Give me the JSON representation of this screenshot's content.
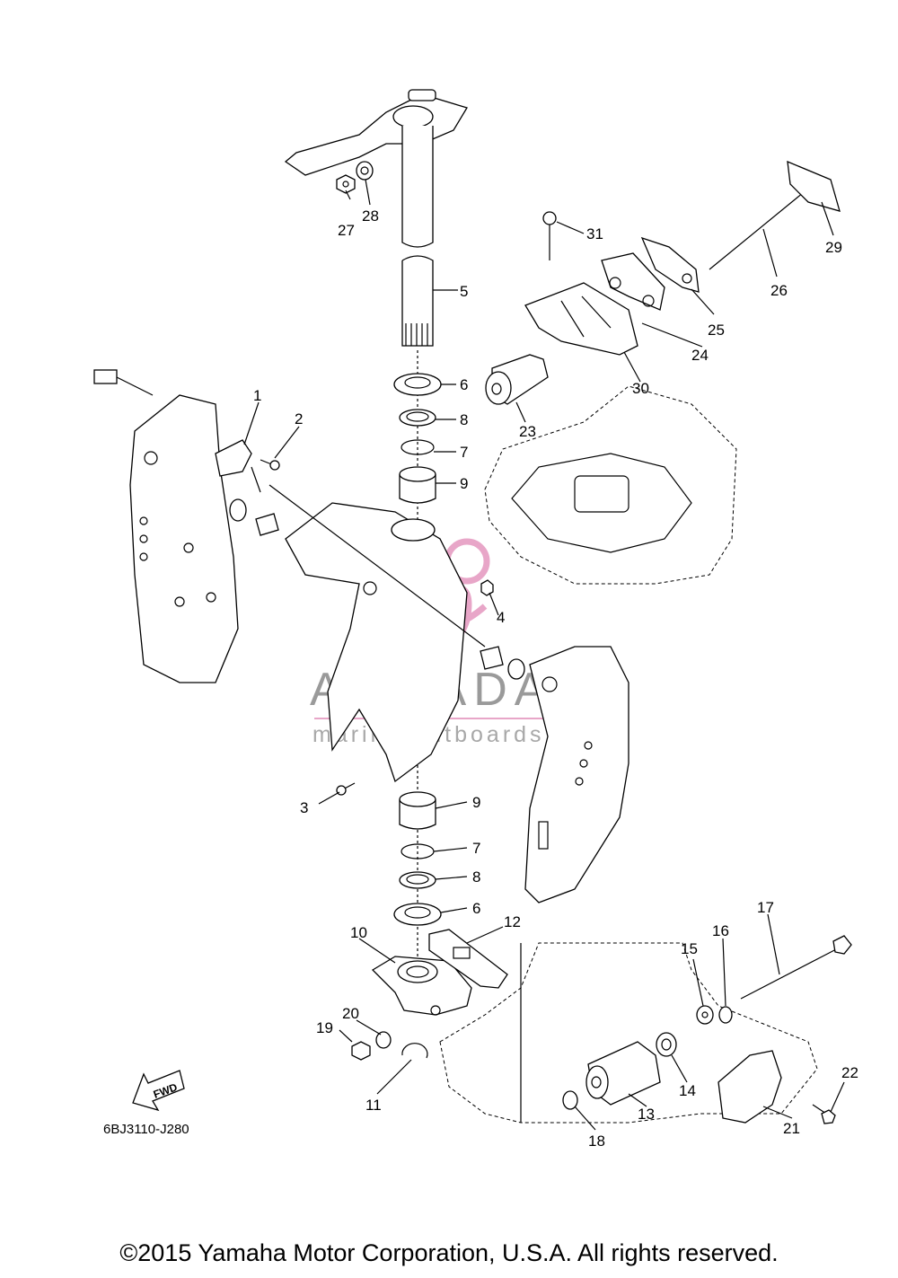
{
  "diagram_code": "6BJ3110-J280",
  "fwd_label": "FWD",
  "watermark": {
    "title": "ARMADA",
    "subtitle": "marine outboards",
    "accent_color": "#e8a6c8"
  },
  "copyright": "©2015 Yamaha Motor Corporation, U.S.A. All rights reserved.",
  "callouts": {
    "c1": "1",
    "c2": "2",
    "c3": "3",
    "c4": "4",
    "c5": "5",
    "c6a": "6",
    "c6b": "6",
    "c7a": "7",
    "c7b": "7",
    "c8a": "8",
    "c8b": "8",
    "c9a": "9",
    "c9b": "9",
    "c10": "10",
    "c11": "11",
    "c12": "12",
    "c13": "13",
    "c14": "14",
    "c15": "15",
    "c16": "16",
    "c17": "17",
    "c18": "18",
    "c19": "19",
    "c20": "20",
    "c21": "21",
    "c22": "22",
    "c23": "23",
    "c24": "24",
    "c25": "25",
    "c26": "26",
    "c27": "27",
    "c28": "28",
    "c29": "29",
    "c30": "30",
    "c31": "31"
  }
}
